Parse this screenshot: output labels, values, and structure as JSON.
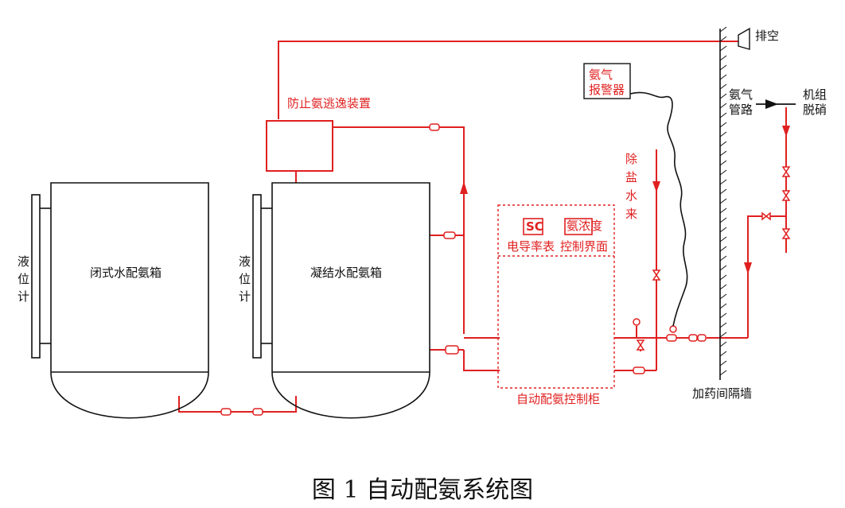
{
  "labels": {
    "vent": "排空",
    "anti_ammonia_escape": "防止氨逃逸装置",
    "ammonia_alarm_line1": "氨气",
    "ammonia_alarm_line2": "报警器",
    "ammonia_pipe_line1": "氨气",
    "ammonia_pipe_line2": "管路",
    "unit_desulfurization_line1": "机组",
    "unit_desulfurization_line2": "脱硝",
    "demin_water": [
      "除",
      "盐",
      "水",
      "来"
    ],
    "level_gauge_left": [
      "液",
      "位",
      "计"
    ],
    "level_gauge_right": [
      "液",
      "位",
      "计"
    ],
    "closed_water_tank": "闭式水配氨箱",
    "condensate_tank": "凝结水配氨箱",
    "sc_label": "SC",
    "control_icon_label": "氨浓度",
    "conductivity_meter": "电导率表",
    "control_interface": "控制界面",
    "control_cabinet": "自动配氨控制柜",
    "dosing_wall": "加药间隔墙",
    "caption": "图 1  自动配氨系统图"
  }
}
